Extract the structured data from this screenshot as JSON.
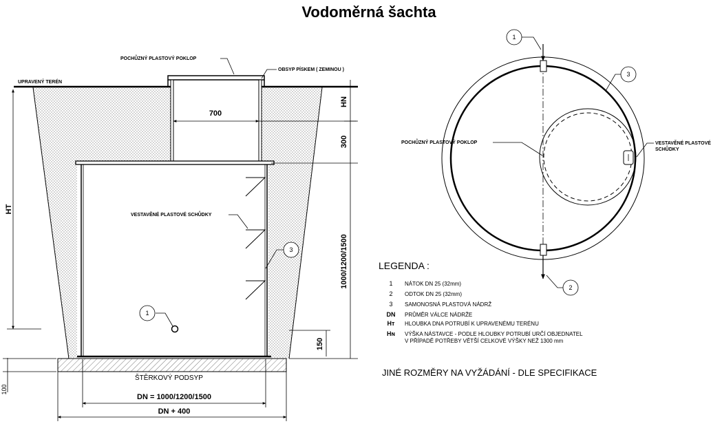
{
  "title": "Vodoměrná šachta",
  "section": {
    "cover_label": "POCHŮZNÝ PLASTOVÝ POKLOP",
    "sand_label": "OBSYP PÍSKEM ( ZEMINOU )",
    "terrain_label": "UPRAVENÝ TERÉN",
    "stairs_label": "VESTAVĚNÉ PLASTOVÉ SCHŮDKY",
    "gravel_label": "ŠTĚRKOVÝ PODSYP",
    "dim_neck_width": "700",
    "dim_hn": "HN",
    "dim_neck_height": "300",
    "dim_tank_height": "1000/1200/1500",
    "dim_ht": "HT",
    "dim_bottom": "150",
    "dim_gravel": "100",
    "dim_dn": "DN  = 1000/1200/1500",
    "dim_dn_plus": "DN + 400",
    "callout_1": "1",
    "callout_3": "3"
  },
  "plan": {
    "cover_label": "POCHŮZNÝ PLASTOVÝ POKLOP",
    "stairs_label_1": "VESTAVĚNÉ PLASTOVÉ",
    "stairs_label_2": "SCHŮDKY",
    "callout_1": "1",
    "callout_2": "2",
    "callout_3": "3"
  },
  "legend": {
    "heading": "LEGENDA :",
    "items": [
      {
        "key": "1",
        "text": "NÁTOK DN 25 (32mm)"
      },
      {
        "key": "2",
        "text": "ODTOK DN 25 (32mm)"
      },
      {
        "key": "3",
        "text": "SAMONOSNÁ PLASTOVÁ NÁDRŽ"
      },
      {
        "key": "DN",
        "text": "PRŮMĚR VÁLCE NÁDRŽE"
      },
      {
        "key": "Hт",
        "text": "HLOUBKA DNA POTRUBÍ K UPRAVENÉMU TERÉNU"
      },
      {
        "key": "Hɴ",
        "text": "VÝŠKA NÁSTAVCE -  PODLE HLOUBKY POTRUBÍ URČÍ OBJEDNATEL"
      }
    ],
    "note_line2": "V PŘÍPADĚ POTŘEBY VĚTŠÍ CELKOVÉ VÝŠKY NEŽ 1300 mm"
  },
  "footer_note": "JINÉ ROZMĚRY NA VYŽÁDÁNÍ - DLE SPECIFIKACE"
}
